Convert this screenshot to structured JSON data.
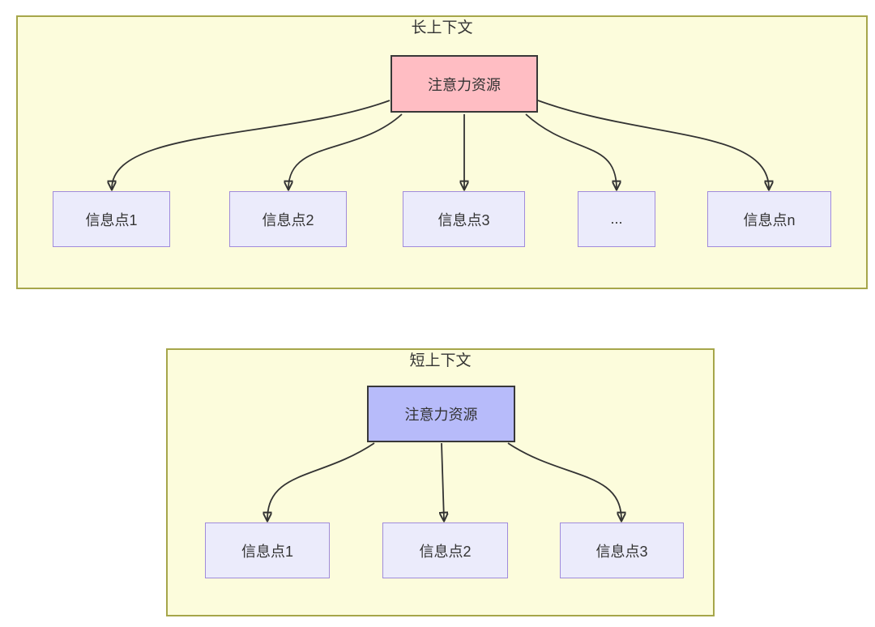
{
  "colors": {
    "canvas_bg": "#ffffff",
    "container_fill": "#FCFCDC",
    "container_border": "#A6A64A",
    "attention_long_fill": "#FFBDC3",
    "attention_short_fill": "#B7BBFA",
    "attention_border": "#383838",
    "info_fill": "#EBEBFB",
    "info_border": "#A08BDB",
    "arrow": "#333333",
    "text": "#333333"
  },
  "diagrams": [
    {
      "id": "long-context",
      "title": "长上下文",
      "attention_label": "注意力资源",
      "info_nodes": [
        "信息点1",
        "信息点2",
        "信息点3",
        "...",
        "信息点n"
      ]
    },
    {
      "id": "short-context",
      "title": "短上下文",
      "attention_label": "注意力资源",
      "info_nodes": [
        "信息点1",
        "信息点2",
        "信息点3"
      ]
    }
  ]
}
